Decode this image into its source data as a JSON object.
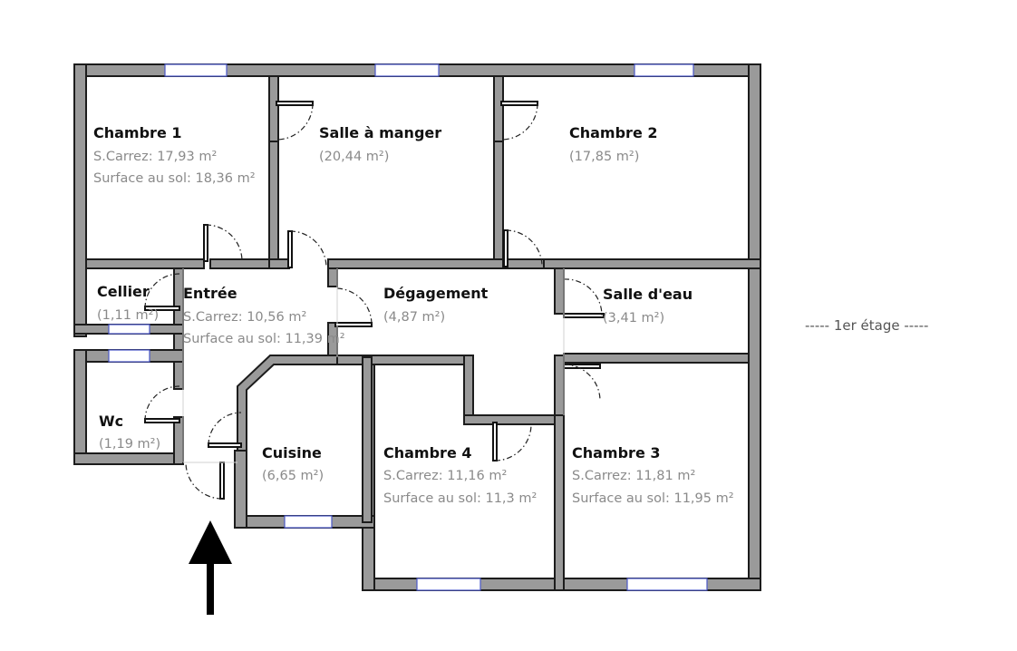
{
  "plan": {
    "floor_label": "----- 1er étage -----",
    "rooms": {
      "chambre1": {
        "name": "Chambre 1",
        "carrez": "S.Carrez: 17,93 m²",
        "sol": "Surface au sol: 18,36 m²"
      },
      "salle_manger": {
        "name": "Salle à manger",
        "area": "(20,44 m²)"
      },
      "chambre2": {
        "name": "Chambre 2",
        "area": "(17,85 m²)"
      },
      "cellier": {
        "name": "Cellier",
        "area": "(1,11 m²)"
      },
      "entree": {
        "name": "Entrée",
        "carrez": "S.Carrez: 10,56 m²",
        "sol": "Surface au sol: 11,39 m²"
      },
      "degagement": {
        "name": "Dégagement",
        "area": "(4,87 m²)"
      },
      "salle_eau": {
        "name": "Salle d'eau",
        "area": "(3,41 m²)"
      },
      "wc": {
        "name": "Wc",
        "area": "(1,19 m²)"
      },
      "cuisine": {
        "name": "Cuisine",
        "area": "(6,65 m²)"
      },
      "chambre4": {
        "name": "Chambre 4",
        "carrez": "S.Carrez: 11,16 m²",
        "sol": "Surface au sol: 11,3 m²"
      },
      "chambre3": {
        "name": "Chambre 3",
        "carrez": "S.Carrez: 11,81 m²",
        "sol": "Surface au sol: 11,95 m²"
      }
    },
    "entrance_arrow": "entrance-arrow-icon",
    "colors": {
      "wall": "#9a9a9a",
      "window": "#4a57c9"
    }
  }
}
